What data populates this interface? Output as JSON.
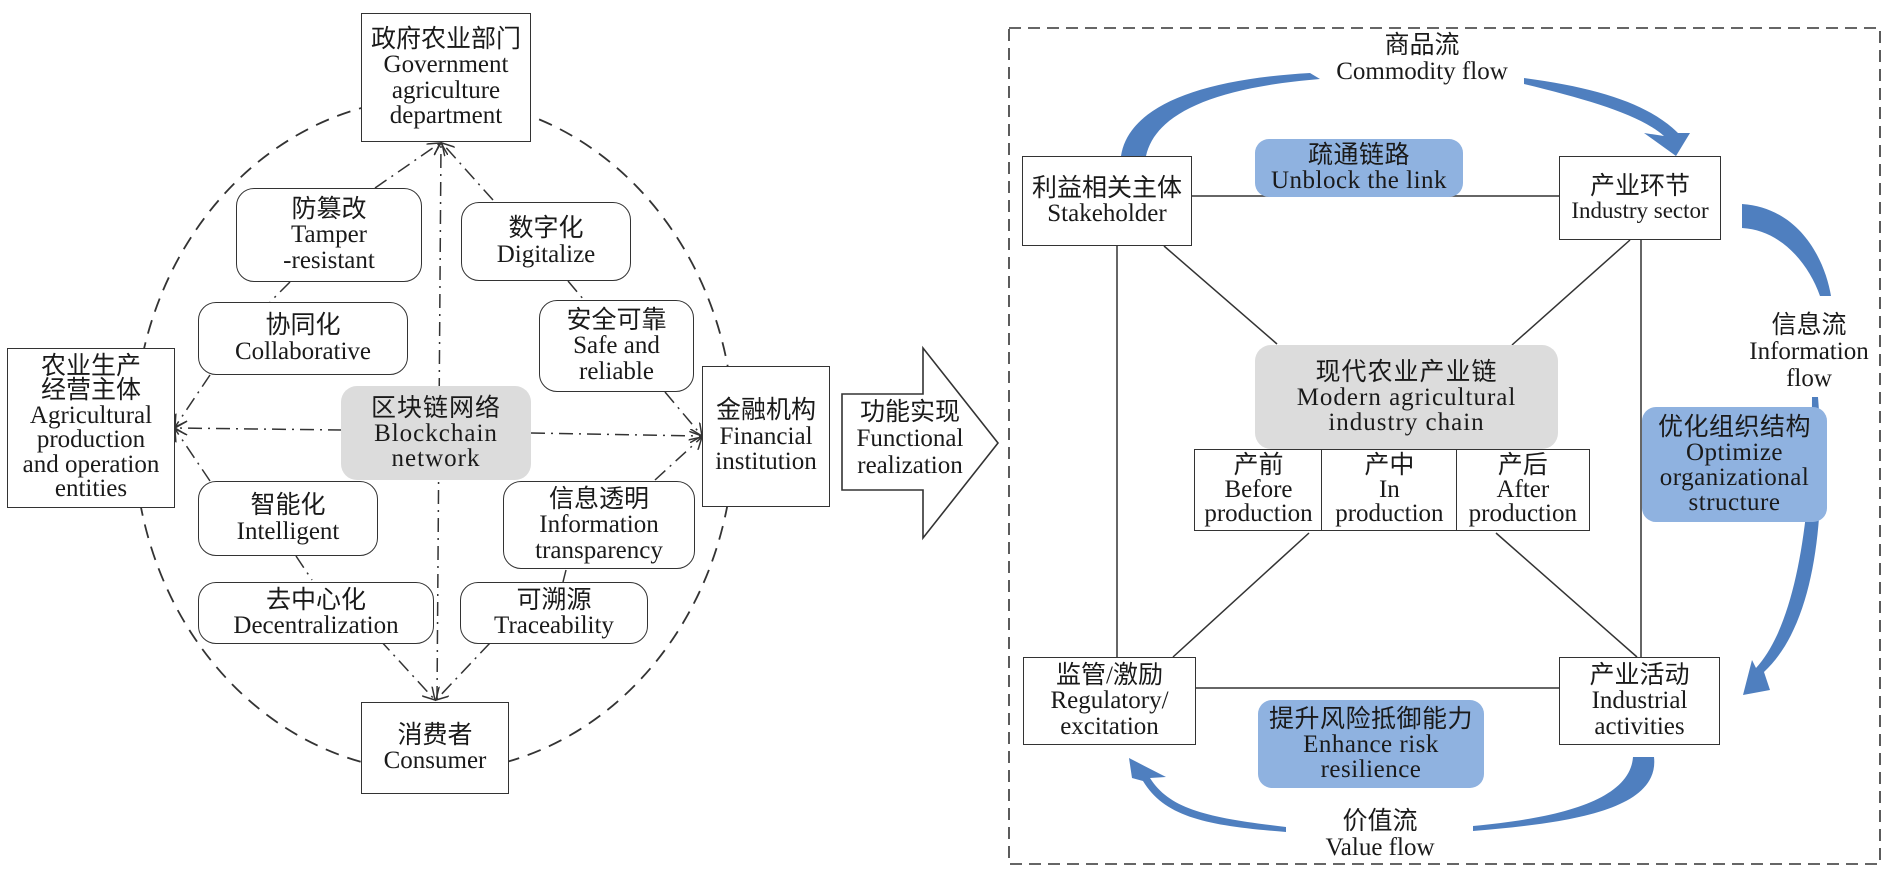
{
  "left_panel": {
    "nodes": {
      "government": {
        "zh": "政府农业部门",
        "en": [
          "Government",
          "agriculture",
          "department"
        ]
      },
      "producers": {
        "zh": [
          "农业生产",
          "经营主体"
        ],
        "en": [
          "Agricultural",
          "production",
          "and operation",
          "entities"
        ]
      },
      "financial": {
        "zh": "金融机构",
        "en": [
          "Financial",
          "institution"
        ]
      },
      "consumer": {
        "zh": "消费者",
        "en": [
          "Consumer"
        ]
      }
    },
    "center": {
      "zh": "区块链网络",
      "en": [
        "Blockchain",
        "network"
      ]
    },
    "features": [
      {
        "id": "tamper",
        "zh": "防篡改",
        "en": [
          "Tamper",
          "-resistant"
        ]
      },
      {
        "id": "collab",
        "zh": "协同化",
        "en": [
          "Collaborative"
        ]
      },
      {
        "id": "intelligent",
        "zh": "智能化",
        "en": [
          "Intelligent"
        ]
      },
      {
        "id": "decentral",
        "zh": "去中心化",
        "en": [
          "Decentralization"
        ]
      },
      {
        "id": "digital",
        "zh": "数字化",
        "en": [
          "Digitalize"
        ]
      },
      {
        "id": "safe",
        "zh": "安全可靠",
        "en": [
          "Safe and",
          "reliable"
        ]
      },
      {
        "id": "transparency",
        "zh": "信息透明",
        "en": [
          "Information",
          "transparency"
        ]
      },
      {
        "id": "trace",
        "zh": "可溯源",
        "en": [
          "Traceability"
        ]
      }
    ]
  },
  "transition_arrow": {
    "zh": "功能实现",
    "en": [
      "Functional",
      "realization"
    ]
  },
  "right_panel": {
    "corners": {
      "stakeholder": {
        "zh": "利益相关主体",
        "en": [
          "Stakeholder"
        ]
      },
      "sector": {
        "zh": "产业环节",
        "en": [
          "Industry sector"
        ]
      },
      "regulatory": {
        "zh": "监管/激励",
        "en": [
          "Regulatory/",
          "excitation"
        ]
      },
      "activities": {
        "zh": "产业活动",
        "en": [
          "Industrial",
          "activities"
        ]
      }
    },
    "center": {
      "zh": "现代农业产业链",
      "en": [
        "Modern agricultural",
        "industry chain"
      ]
    },
    "stages": [
      {
        "zh": "产前",
        "en": [
          "Before",
          "production"
        ]
      },
      {
        "zh": "产中",
        "en": [
          "In",
          "production"
        ]
      },
      {
        "zh": "产后",
        "en": [
          "After",
          "production"
        ]
      }
    ],
    "effects": {
      "unblock": {
        "zh": "疏通链路",
        "en": [
          "Unblock the link"
        ]
      },
      "optimize": {
        "zh": "优化组织结构",
        "en": [
          "Optimize",
          "organizational",
          "structure"
        ]
      },
      "risk": {
        "zh": "提升风险抵御能力",
        "en": [
          "Enhance risk",
          "resilience"
        ]
      }
    },
    "flows": {
      "commodity": {
        "zh": "商品流",
        "en": [
          "Commodity flow"
        ]
      },
      "information": {
        "zh": "信息流",
        "en": [
          "Information",
          "flow"
        ]
      },
      "value": {
        "zh": "价值流",
        "en": [
          "Value flow"
        ]
      }
    }
  },
  "colors": {
    "flow_arrow": "#4f7fbf",
    "effect_fill": "#8fb2e0",
    "center_fill": "#dcdcdc",
    "line": "#333333"
  }
}
